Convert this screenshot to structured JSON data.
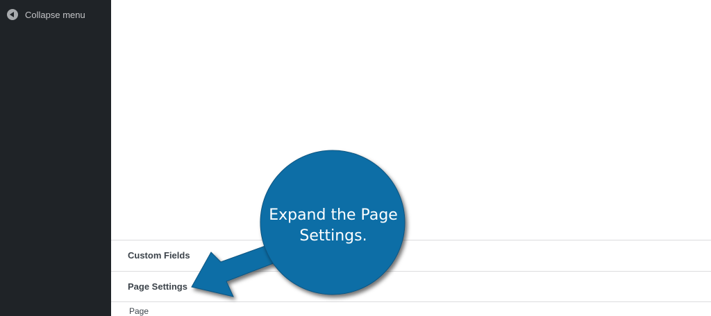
{
  "sidebar": {
    "collapse_label": "Collapse menu",
    "collapse_icon": "arrow-left-circle-icon"
  },
  "main": {
    "boxes": [
      {
        "label": "Custom Fields"
      },
      {
        "label": "Page Settings"
      }
    ],
    "page_row_label": "Page"
  },
  "annotation": {
    "text": "Expand the Page Settings.",
    "color": "#0b6ea6"
  }
}
